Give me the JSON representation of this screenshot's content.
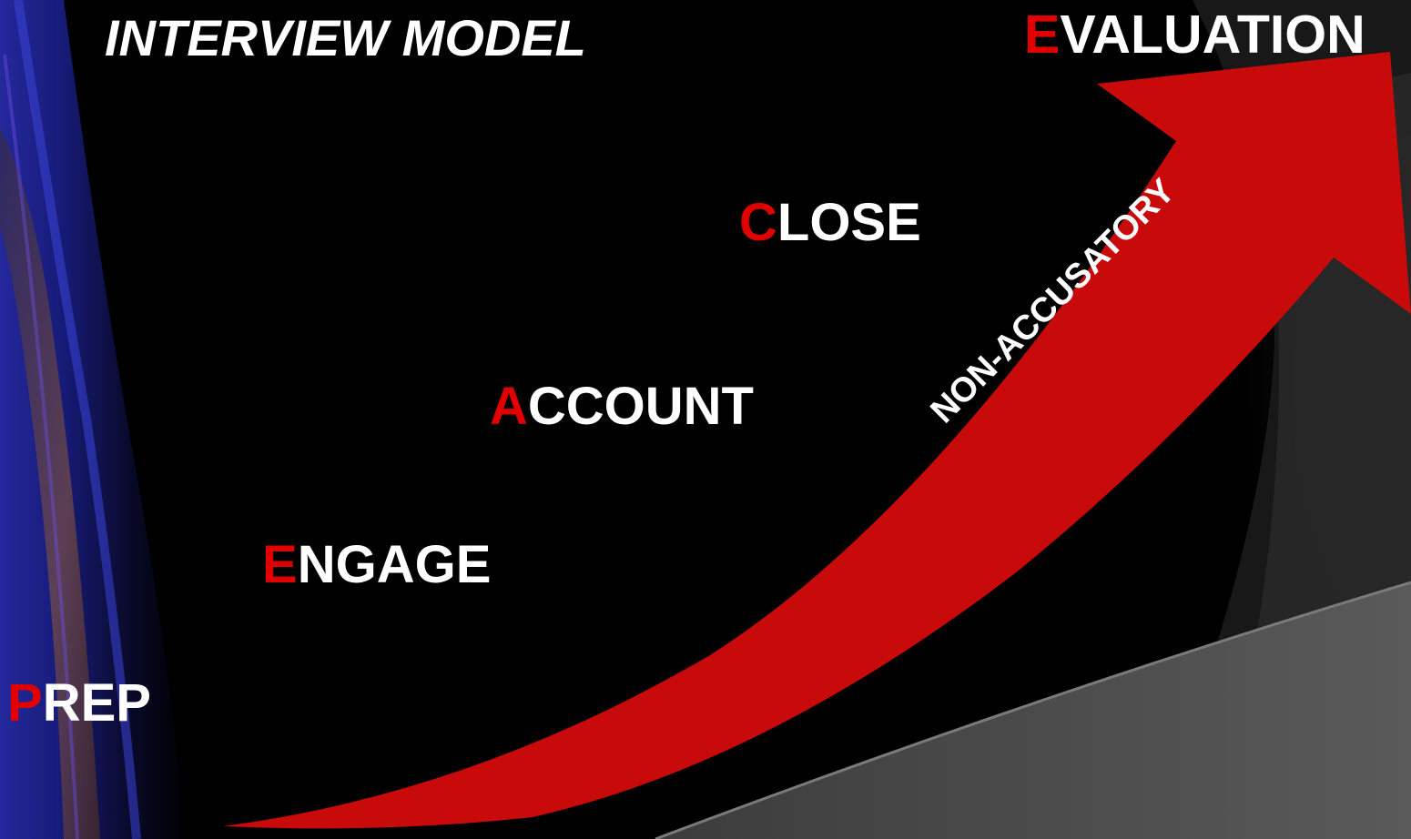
{
  "title": "INTERVIEW MODEL",
  "steps": {
    "prep": {
      "initial": "P",
      "rest": "REP"
    },
    "engage": {
      "initial": "E",
      "rest": "NGAGE"
    },
    "account": {
      "initial": "A",
      "rest": "CCOUNT"
    },
    "close": {
      "initial": "C",
      "rest": "LOSE"
    },
    "evaluation": {
      "initial": "E",
      "rest": "VALUATION"
    }
  },
  "arrow": {
    "label": "NON-ACCUSATORY",
    "color": "#c80a0a"
  },
  "colors": {
    "accent": "#e10000",
    "text": "#ffffff",
    "background": "#000000"
  }
}
